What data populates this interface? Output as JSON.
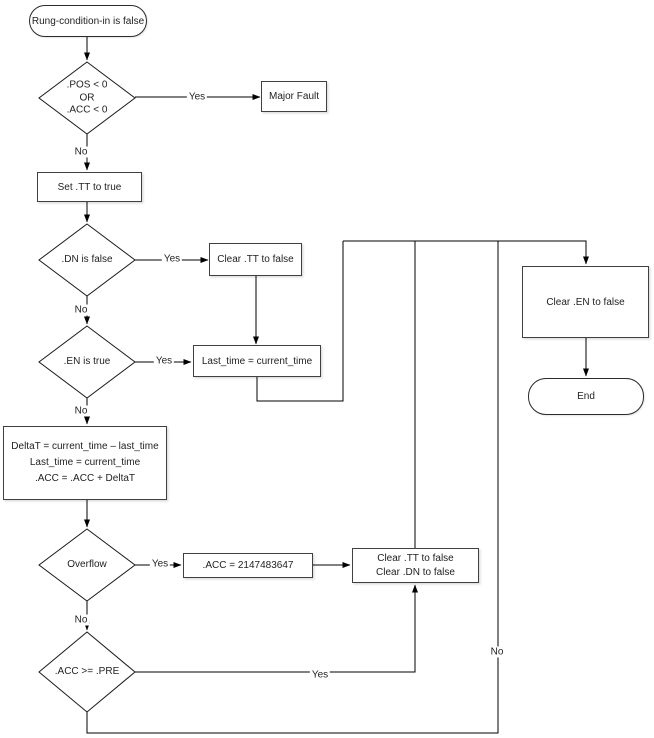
{
  "flowchart": {
    "nodes": {
      "start": {
        "label": "Rung-condition-in is false"
      },
      "check_pos_acc": {
        "lines": [
          ".POS < 0",
          "OR",
          ".ACC < 0"
        ]
      },
      "major_fault": {
        "label": "Major Fault"
      },
      "set_tt": {
        "label": "Set .TT to true"
      },
      "check_dn": {
        "label": ".DN is false"
      },
      "clear_tt": {
        "label": "Clear .TT to false"
      },
      "last_time": {
        "label": "Last_time = current_time"
      },
      "check_en": {
        "label": ".EN is true"
      },
      "compute": {
        "lines": [
          "DeltaT = current_time – last_time",
          "Last_time = current_time",
          ".ACC = .ACC + DeltaT"
        ]
      },
      "check_overflow": {
        "label": "Overflow"
      },
      "acc_max": {
        "label": ".ACC = 2147483647"
      },
      "clear_tt_dn": {
        "lines": [
          "Clear .TT to false",
          "Clear .DN to false"
        ]
      },
      "check_acc_pre": {
        "label": ".ACC >= .PRE"
      },
      "clear_en": {
        "label": "Clear .EN to false"
      },
      "end": {
        "label": "End"
      }
    },
    "edge_labels": {
      "pos_acc_yes": "Yes",
      "pos_acc_no": "No",
      "dn_yes": "Yes",
      "dn_no": "No",
      "en_yes": "Yes",
      "en_no": "No",
      "overflow_yes": "Yes",
      "overflow_no": "No",
      "acc_pre_yes": "Yes",
      "acc_pre_no": "No"
    },
    "colors": {
      "connector": "#000000",
      "shape_border": "#404040",
      "shape_fill": "#ffffff",
      "text": "#1f1f1f"
    }
  }
}
